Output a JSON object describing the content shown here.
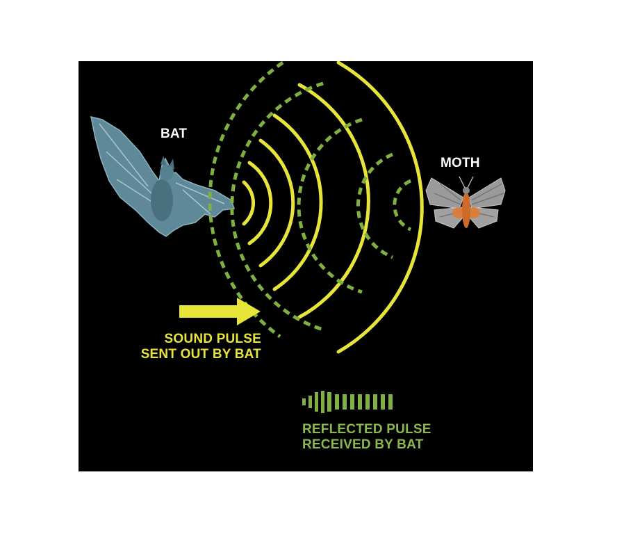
{
  "labels": {
    "bat": "BAT",
    "moth": "MOTH",
    "sound_pulse": [
      "SOUND PULSE",
      "SENT OUT BY BAT"
    ],
    "reflected_pulse": [
      "REFLECTED PULSE",
      "RECEIVED BY BAT"
    ]
  },
  "colors": {
    "background": "#000000",
    "sound_pulse": "#e8e53a",
    "reflected_pulse": "#7fb041",
    "bat": "#5f8898",
    "moth_wing": "#9a9a9a",
    "moth_body": "#e07a35"
  },
  "icons": {
    "bat": "bat-illustration",
    "moth": "moth-illustration",
    "sound_arrow": "right-arrow-icon",
    "reflected_arrow": "left-dashed-arrow-icon"
  }
}
